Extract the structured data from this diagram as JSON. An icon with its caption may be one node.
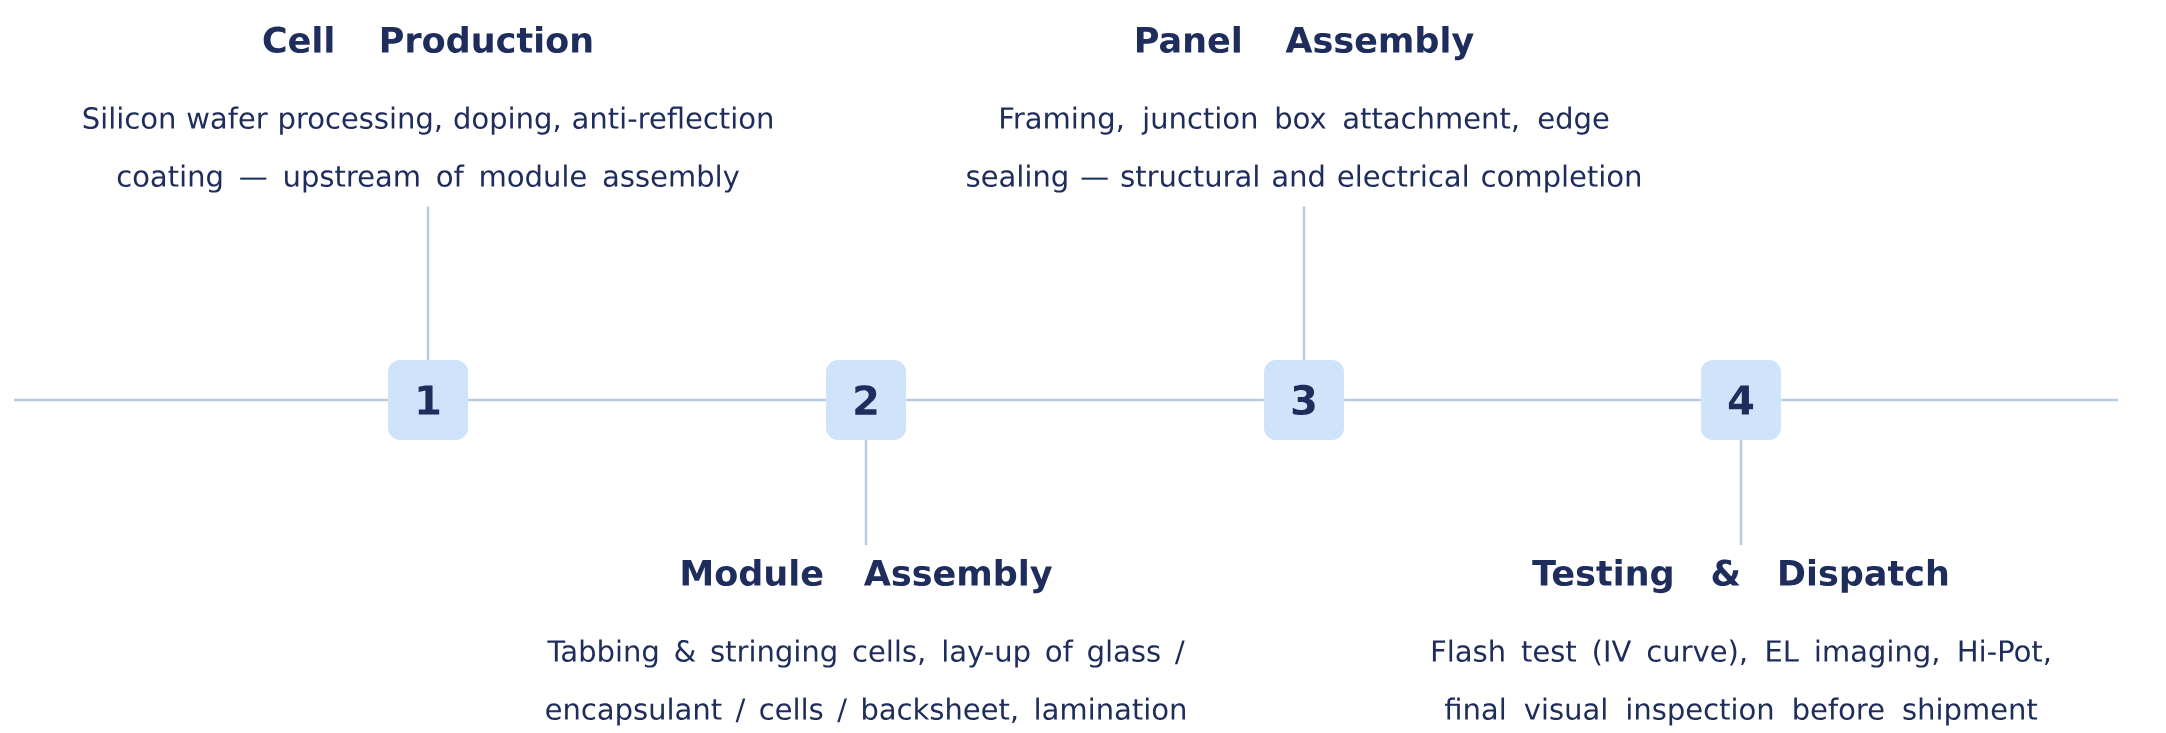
{
  "diagram": {
    "nodes": [
      {
        "text": [
          "1"
        ]
      },
      {
        "text": [
          "2"
        ]
      },
      {
        "text": [
          "3"
        ]
      },
      {
        "text": [
          "4"
        ]
      },
      {
        "text": [
          "Cell Production",
          "Silicon wafer processing, doping, anti-reflection coating — upstream of module assembly"
        ]
      },
      {
        "text": [
          "Module Assembly",
          "Tabbing & stringing cells, lay-up of glass / encapsulant / cells / backsheet, lamination"
        ]
      },
      {
        "text": [
          "Panel Assembly",
          "Framing, junction box attachment, edge sealing — structural and electrical completion"
        ]
      },
      {
        "text": [
          "Testing & Dispatch",
          "Flash test (IV curve), EL imaging, Hi-Pot, final visual inspection before shipment"
        ]
      }
    ],
    "edges": [
      {
        "from": null,
        "to": 0,
        "arrow": "none"
      },
      {
        "from": 0,
        "to": 1,
        "arrow": "none"
      },
      {
        "from": 1,
        "to": 2,
        "arrow": "none"
      },
      {
        "from": 2,
        "to": 3,
        "arrow": "none"
      },
      {
        "from": 3,
        "to": null,
        "arrow": "none"
      },
      {
        "from": 0,
        "to": 4,
        "arrow": "none"
      },
      {
        "from": 1,
        "to": 5,
        "arrow": "none"
      },
      {
        "from": 2,
        "to": 6,
        "arrow": "none"
      },
      {
        "from": 3,
        "to": 7,
        "arrow": "none"
      }
    ]
  }
}
